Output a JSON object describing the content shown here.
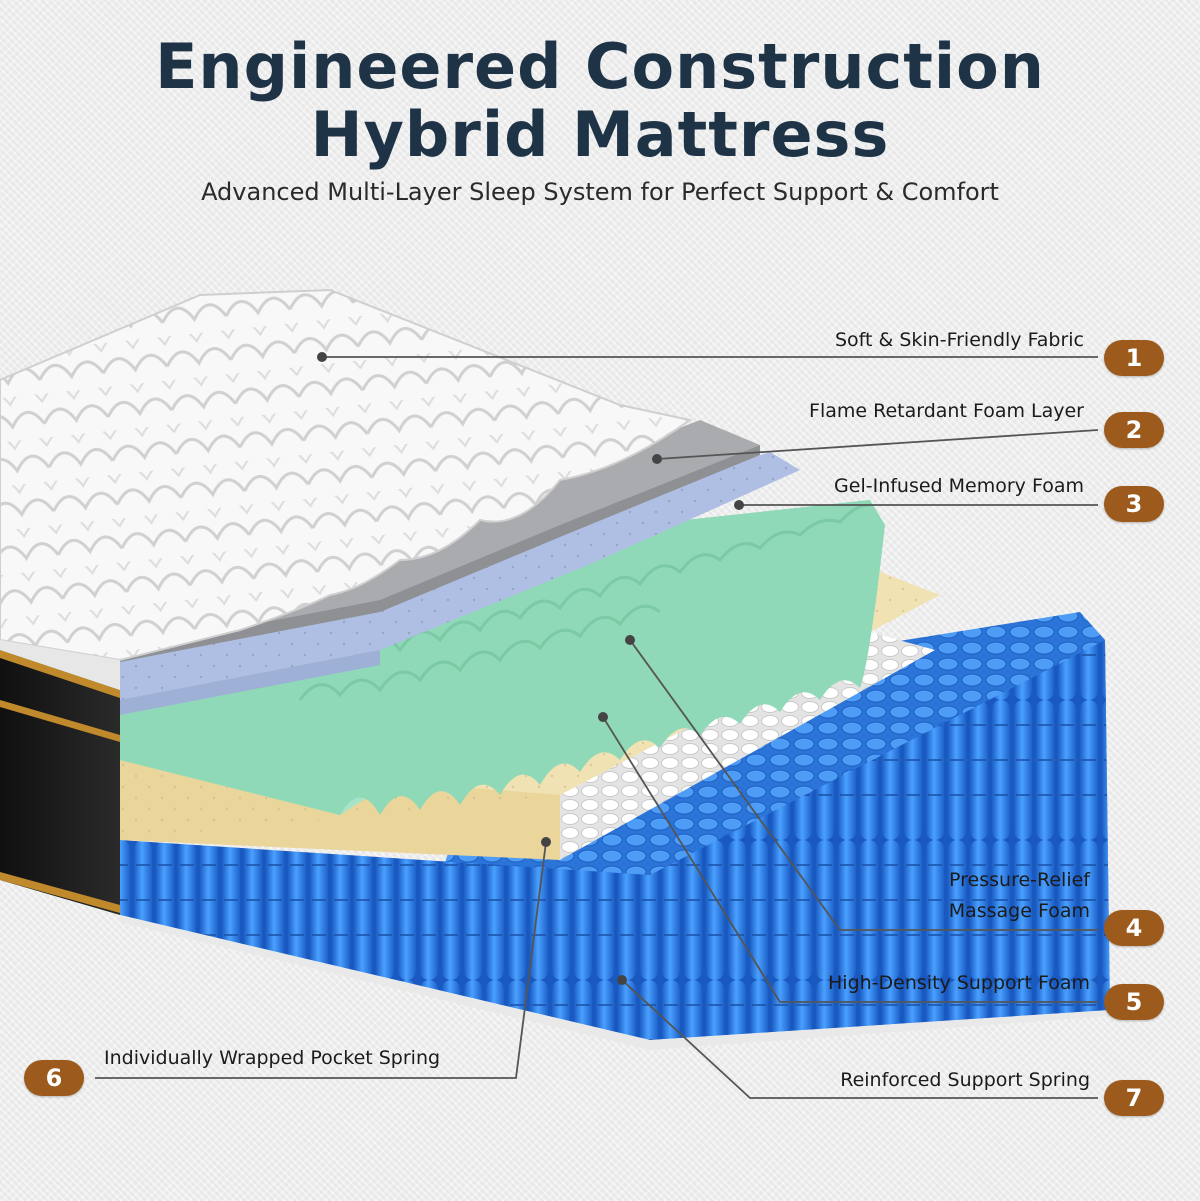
{
  "title_line1": "Engineered Construction",
  "title_line2": "Hybrid Mattress",
  "subtitle": "Advanced Multi-Layer Sleep System for Perfect Support & Comfort",
  "layers": [
    {
      "number": "1",
      "name": "Soft & Skin-Friendly Fabric"
    },
    {
      "number": "2",
      "name": "Flame Retardant Foam Layer"
    },
    {
      "number": "3",
      "name": "Gel-Infused Memory Foam"
    },
    {
      "number": "4",
      "name_line1": "Pressure-Relief",
      "name_line2": "Massage Foam"
    },
    {
      "number": "5",
      "name": "High-Density Support Foam"
    },
    {
      "number": "6",
      "name": "Individually Wrapped Pocket Spring"
    },
    {
      "number": "7",
      "name": "Reinforced Support Spring"
    }
  ],
  "colors": {
    "title": "#1f3346",
    "badge": "#9c5a1d",
    "fabric": "#f7f7f7",
    "flame_foam": "#a9abae",
    "gel_foam": "#aebfe3",
    "massage_foam": "#a6e3c8",
    "support_foam": "#f1e2b4",
    "pocket_spring": "#2f83e6",
    "inner_spring": "#ffffff",
    "side_panel": "#1a1a1a",
    "trim": "#c08a2c"
  }
}
